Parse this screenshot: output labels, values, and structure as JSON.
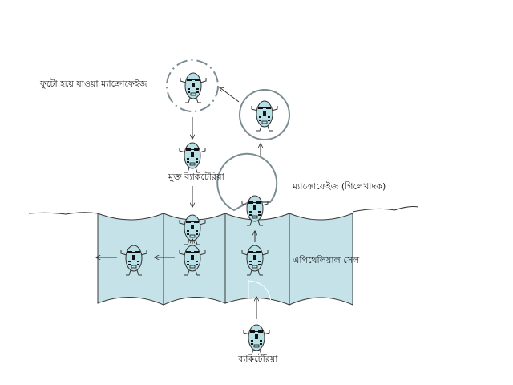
{
  "labels": {
    "lysed_macrophage": "ফুটো হয়ে যাওয়া ম্যাক্রোফেইজ",
    "free_bacteria": "মুক্ত ব্যাকটেরিয়া",
    "macrophage": "ম্যাক্রোফেইজ (গিলেখাদক)",
    "epithelial_cell": "এপিথেলিয়াল সেল",
    "bacteria": "ব্যাকটেরিয়া"
  },
  "colors": {
    "cell_fill": "#c4e2e8",
    "bacteria_fill": "#b6dfe6",
    "outline": "#3a3a3a",
    "macrophage_stroke": "#7c8c93",
    "arrow": "#333333"
  },
  "icons": {
    "bacterium": "bacterium-face-icon"
  }
}
